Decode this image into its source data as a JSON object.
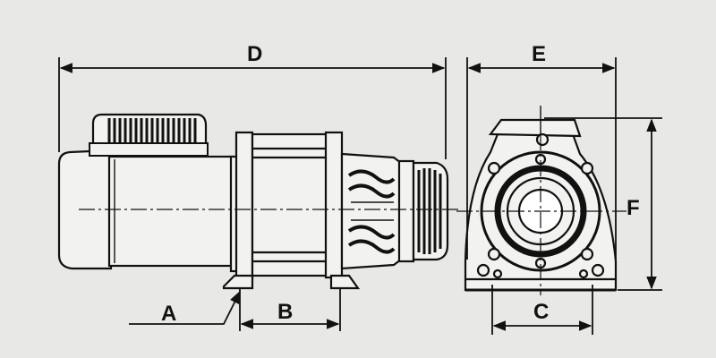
{
  "labels": {
    "A": "A",
    "B": "B",
    "C": "C",
    "D": "D",
    "E": "E",
    "F": "F"
  },
  "colors": {
    "background": "#e8e8e6",
    "ink": "#111111",
    "paper": "#f2f2f0"
  }
}
